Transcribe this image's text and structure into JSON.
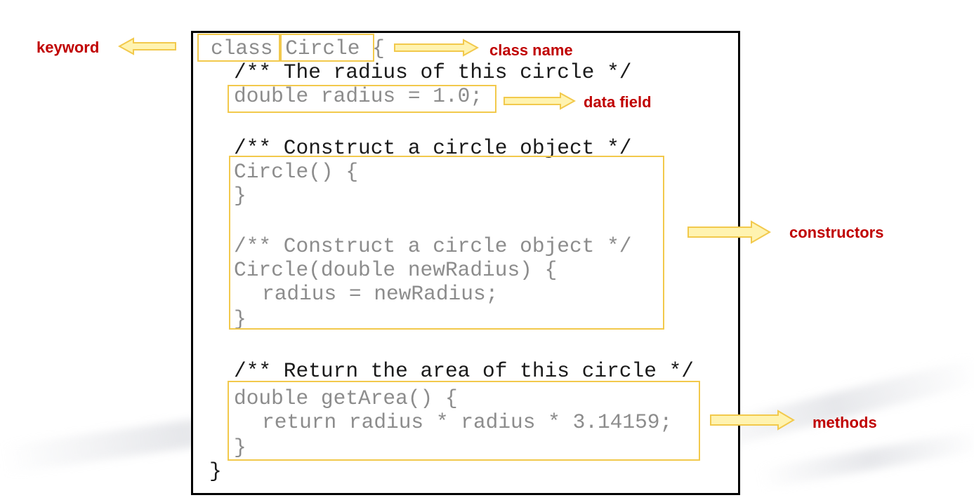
{
  "code": {
    "lines": [
      "class Circle {",
      "/** The radius of this circle */",
      "double radius = 1.0;",
      "/** Construct a circle object */",
      "Circle() {",
      "}",
      "/** Construct a circle object */",
      "Circle(double newRadius) {",
      "radius = newRadius;",
      "}",
      "/** Return the area of this circle */",
      "double getArea() {",
      "return radius * radius * 3.14159;",
      "}",
      "}"
    ]
  },
  "annotations": {
    "keyword": "keyword",
    "class_name": "class name",
    "data_field": "data field",
    "constructors": "constructors",
    "methods": "methods"
  },
  "colors": {
    "highlight": "#f2c94c",
    "arrow_fill": "#fff3b0",
    "label": "#c00000",
    "code_text": "#1a1a1a",
    "code_gray": "#8c8c8c"
  }
}
